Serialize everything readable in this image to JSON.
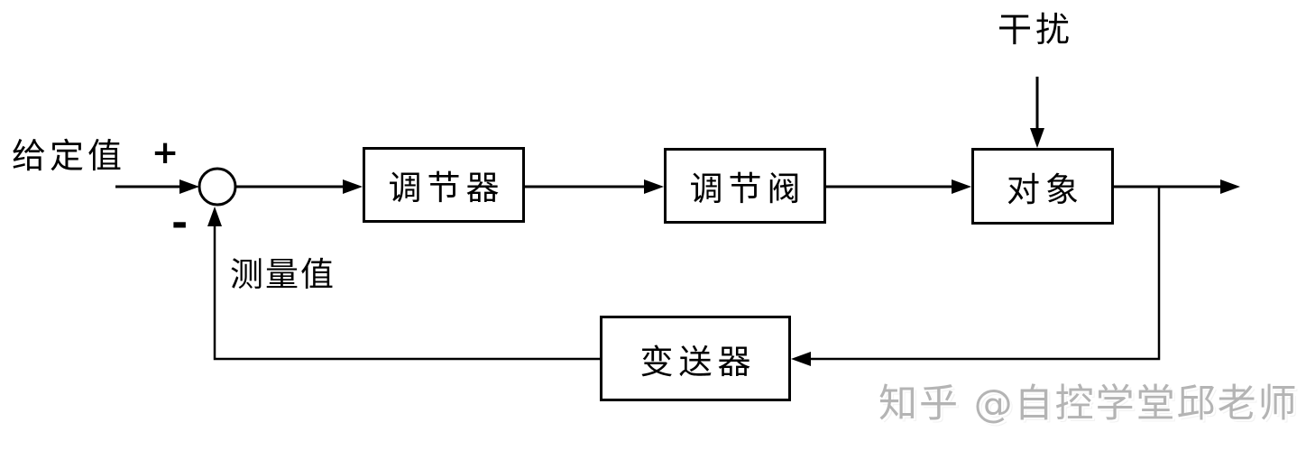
{
  "diagram": {
    "title_semantic": "feedback-control-loop-block-diagram",
    "labels": {
      "setpoint": "给定值",
      "plus_sign": "+",
      "minus_sign": "-",
      "measured_value": "测量值",
      "disturbance": "干扰"
    },
    "blocks": {
      "controller": "调节器",
      "valve": "调节阀",
      "plant": "对象",
      "transmitter": "变送器"
    },
    "watermark": "知乎 @自控学堂邱老师",
    "colors": {
      "line": "#000000",
      "background": "#ffffff",
      "block_fill": "#ffffff",
      "watermark_text": "#b4b4b4"
    }
  }
}
